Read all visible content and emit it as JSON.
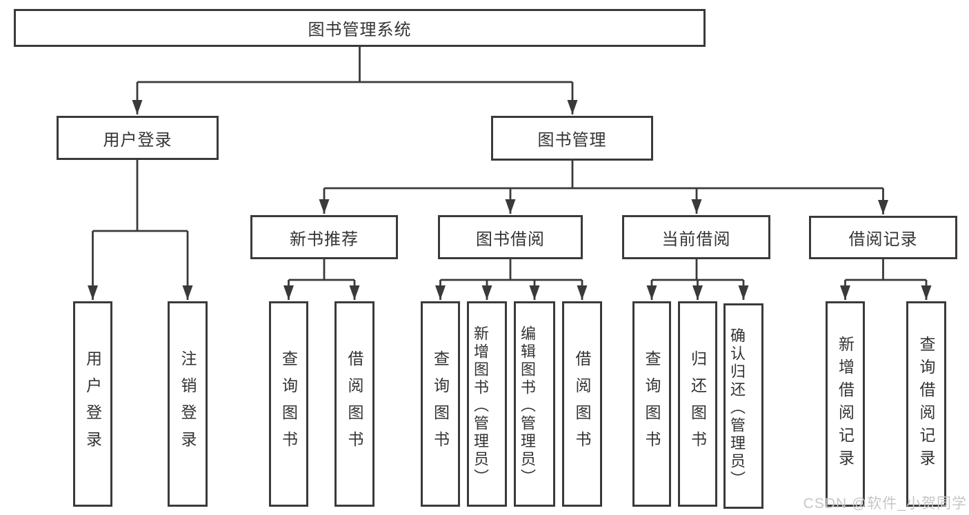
{
  "tree": {
    "label": "图书管理系统",
    "children": [
      {
        "label": "用户登录",
        "children": [
          {
            "label": "用户登录"
          },
          {
            "label": "注销登录"
          }
        ]
      },
      {
        "label": "图书管理",
        "children": [
          {
            "label": "新书推荐",
            "children": [
              {
                "label": "查询图书"
              },
              {
                "label": "借阅图书"
              }
            ]
          },
          {
            "label": "图书借阅",
            "children": [
              {
                "label": "查询图书"
              },
              {
                "label": "新增图书（管理员）"
              },
              {
                "label": "编辑图书（管理员）"
              },
              {
                "label": "借阅图书"
              }
            ]
          },
          {
            "label": "当前借阅",
            "children": [
              {
                "label": "查询图书"
              },
              {
                "label": "归还图书"
              },
              {
                "label": "确认归还（管理员）"
              }
            ]
          },
          {
            "label": "借阅记录",
            "children": [
              {
                "label": "新增借阅记录"
              },
              {
                "label": "查询借阅记录"
              }
            ]
          }
        ]
      }
    ]
  },
  "watermark": {
    "text": "CSDN @软件_小贺同学"
  },
  "colors": {
    "line": "#3a3a3a",
    "box_border": "#3a3a3a",
    "box_background": "#ffffff",
    "text": "#333333",
    "watermark_text": "#c5c6c8"
  }
}
